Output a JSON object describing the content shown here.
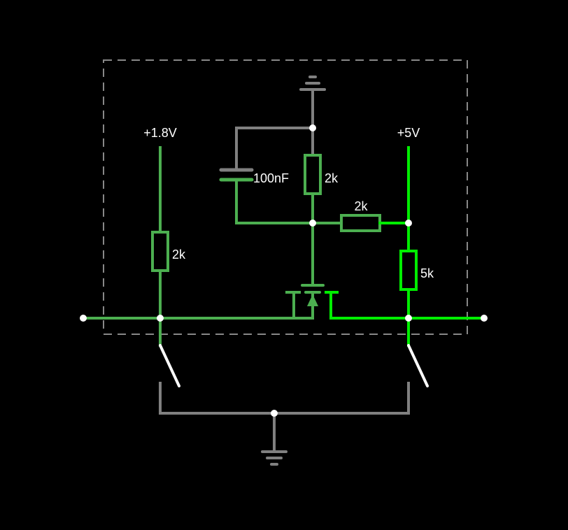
{
  "colors": {
    "background": "#000000",
    "wire_gray": "#808080",
    "wire_low": "#4caf50",
    "wire_high": "#00ee00",
    "node": "#ffffff",
    "boundary": "#888888"
  },
  "labels": {
    "supply_low": "+1.8V",
    "supply_high": "+5V",
    "capacitor": "100nF",
    "resistor_pullup_low": "2k",
    "resistor_gate": "2k",
    "resistor_series": "2k",
    "resistor_pullup_high": "5k"
  },
  "icons": {
    "ground_top": "ground-icon",
    "ground_bottom": "ground-icon",
    "switch_left": "switch-icon",
    "switch_right": "switch-icon",
    "mosfet": "n-channel-mosfet-icon"
  }
}
